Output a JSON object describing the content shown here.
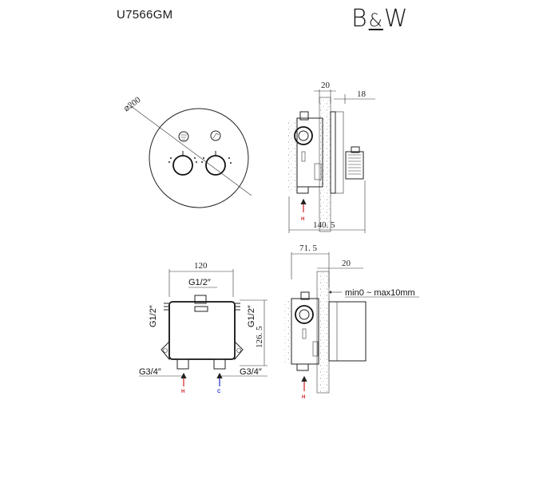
{
  "header": {
    "model": "U7566GM",
    "brand_left": "B",
    "brand_amp": "&",
    "brand_right": "W"
  },
  "front_view": {
    "diameter_label": "⌀200"
  },
  "side_view_top": {
    "dim_wall": "20",
    "dim_plate": "18",
    "dim_depth": "140. 5",
    "hot_mark": "H"
  },
  "back_view": {
    "dim_width": "120",
    "top_thread": "G1/2″",
    "left_thread": "G1/2″",
    "right_thread": "G1/2″",
    "dim_height": "126. 5",
    "left_inlet": "G3/4″",
    "right_inlet": "G3/4″",
    "hot_mark": "H",
    "cold_mark": "C"
  },
  "side_view_bottom": {
    "dim_total": "71. 5",
    "dim_wall": "20",
    "adjust_note": "min0 ~ max10mm",
    "hot_mark": "H"
  },
  "colors": {
    "hot": "#d22020",
    "cold": "#2230c8",
    "line": "#222222"
  }
}
